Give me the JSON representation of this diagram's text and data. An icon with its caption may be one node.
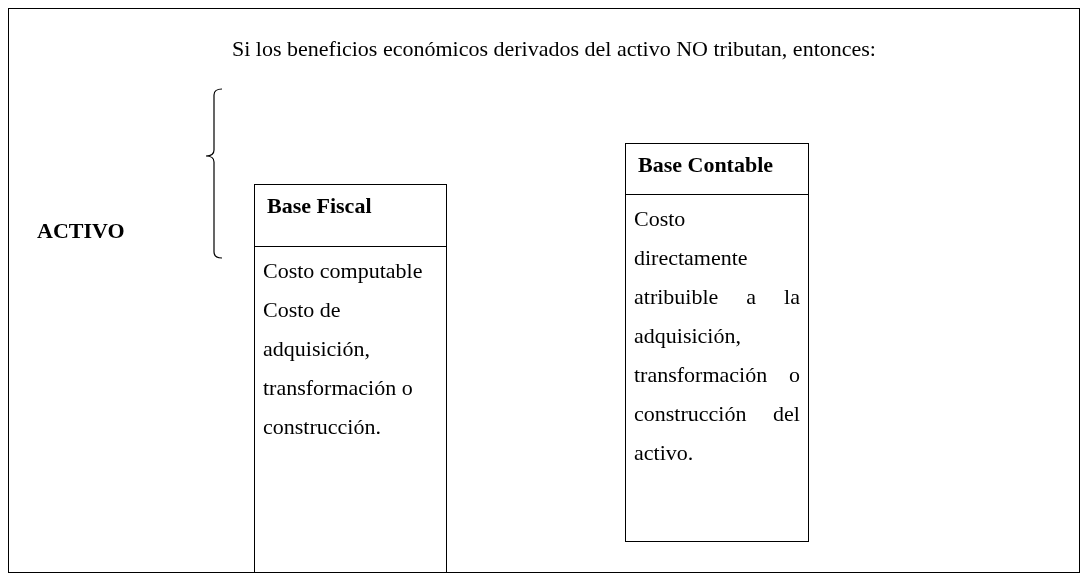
{
  "diagram": {
    "nodes": [
      {
        "text": [
          "Base Fiscal",
          "Costo computable",
          "Costo de adquisición, transformación o construcción."
        ]
      },
      {
        "text": [
          "Base Contable",
          "Costo directamente atribuible a la adquisición, transformación o construcción del activo."
        ]
      }
    ],
    "labels": [
      "ACTIVO",
      "Si los beneficios económicos derivados del activo NO tributan, entonces:"
    ]
  }
}
